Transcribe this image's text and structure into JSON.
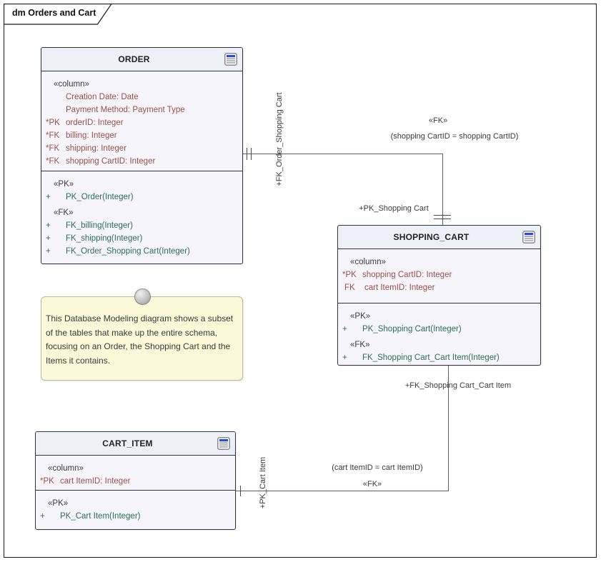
{
  "frame": {
    "tab_title": "dm Orders and Cart"
  },
  "tables": [
    {
      "title": "ORDER",
      "attributes": {
        "stereotype": "«column»",
        "rows": [
          {
            "prefix": "",
            "text": "Creation Date: Date"
          },
          {
            "prefix": "",
            "text": "Payment Method: Payment Type"
          },
          {
            "prefix": "*PK",
            "text": "orderID: Integer"
          },
          {
            "prefix": "*FK",
            "text": "billing: Integer"
          },
          {
            "prefix": "*FK",
            "text": "shipping: Integer"
          },
          {
            "prefix": "*FK",
            "text": "shopping CartID: Integer"
          }
        ]
      },
      "operations": {
        "groups": [
          {
            "stereotype": "«PK»",
            "rows": [
              {
                "prefix": "+",
                "text": "PK_Order(Integer)"
              }
            ]
          },
          {
            "stereotype": "«FK»",
            "rows": [
              {
                "prefix": "+",
                "text": "FK_billing(Integer)"
              },
              {
                "prefix": "+",
                "text": "FK_shipping(Integer)"
              },
              {
                "prefix": "+",
                "text": "FK_Order_Shopping Cart(Integer)"
              }
            ]
          }
        ]
      }
    },
    {
      "title": "SHOPPING_CART",
      "attributes": {
        "stereotype": "«column»",
        "rows": [
          {
            "prefix": "*PK",
            "text": "shopping CartID: Integer"
          },
          {
            "prefix": "FK",
            "text": "cart ItemID: Integer"
          }
        ]
      },
      "operations": {
        "groups": [
          {
            "stereotype": "«PK»",
            "rows": [
              {
                "prefix": "+",
                "text": "PK_Shopping Cart(Integer)"
              }
            ]
          },
          {
            "stereotype": "«FK»",
            "rows": [
              {
                "prefix": "+",
                "text": "FK_Shopping Cart_Cart Item(Integer)"
              }
            ]
          }
        ]
      }
    },
    {
      "title": "CART_ITEM",
      "attributes": {
        "stereotype": "«column»",
        "rows": [
          {
            "prefix": "*PK",
            "text": "cart ItemID: Integer"
          }
        ]
      },
      "operations": {
        "groups": [
          {
            "stereotype": "«PK»",
            "rows": [
              {
                "prefix": "+",
                "text": "PK_Cart Item(Integer)"
              }
            ]
          }
        ]
      }
    }
  ],
  "note": {
    "text": "This Database Modeling diagram shows a subset of the tables that make up the entire schema, focusing on an Order, the Shopping Cart and the Items it contains."
  },
  "connectors": [
    {
      "source_role": "+FK_Order_Shopping Cart",
      "stereotype": "«FK»",
      "constraint": "(shopping CartID = shopping CartID)",
      "target_role": "+PK_Shopping Cart"
    },
    {
      "source_role": "+FK_Shopping Cart_Cart Item",
      "stereotype": "«FK»",
      "constraint": "(cart ItemID = cart ItemID)",
      "target_role": "+PK_Cart Item"
    }
  ],
  "icons": {
    "table_icon": "table-icon",
    "note_pin": "pin-circle-icon"
  },
  "colors": {
    "attribute_text": "#9C4F46",
    "operation_text": "#2E6E58",
    "stereotype_text": "#3A3A3A",
    "table_fill": "#F5F5FB",
    "header_fill": "#EEF0F8",
    "table_border": "#33333D",
    "note_fill": "#FCF9D8",
    "connector_line": "#5F5F5F",
    "icon_blue": "#2D4CD4",
    "frame_border": "#1A1A1A"
  }
}
